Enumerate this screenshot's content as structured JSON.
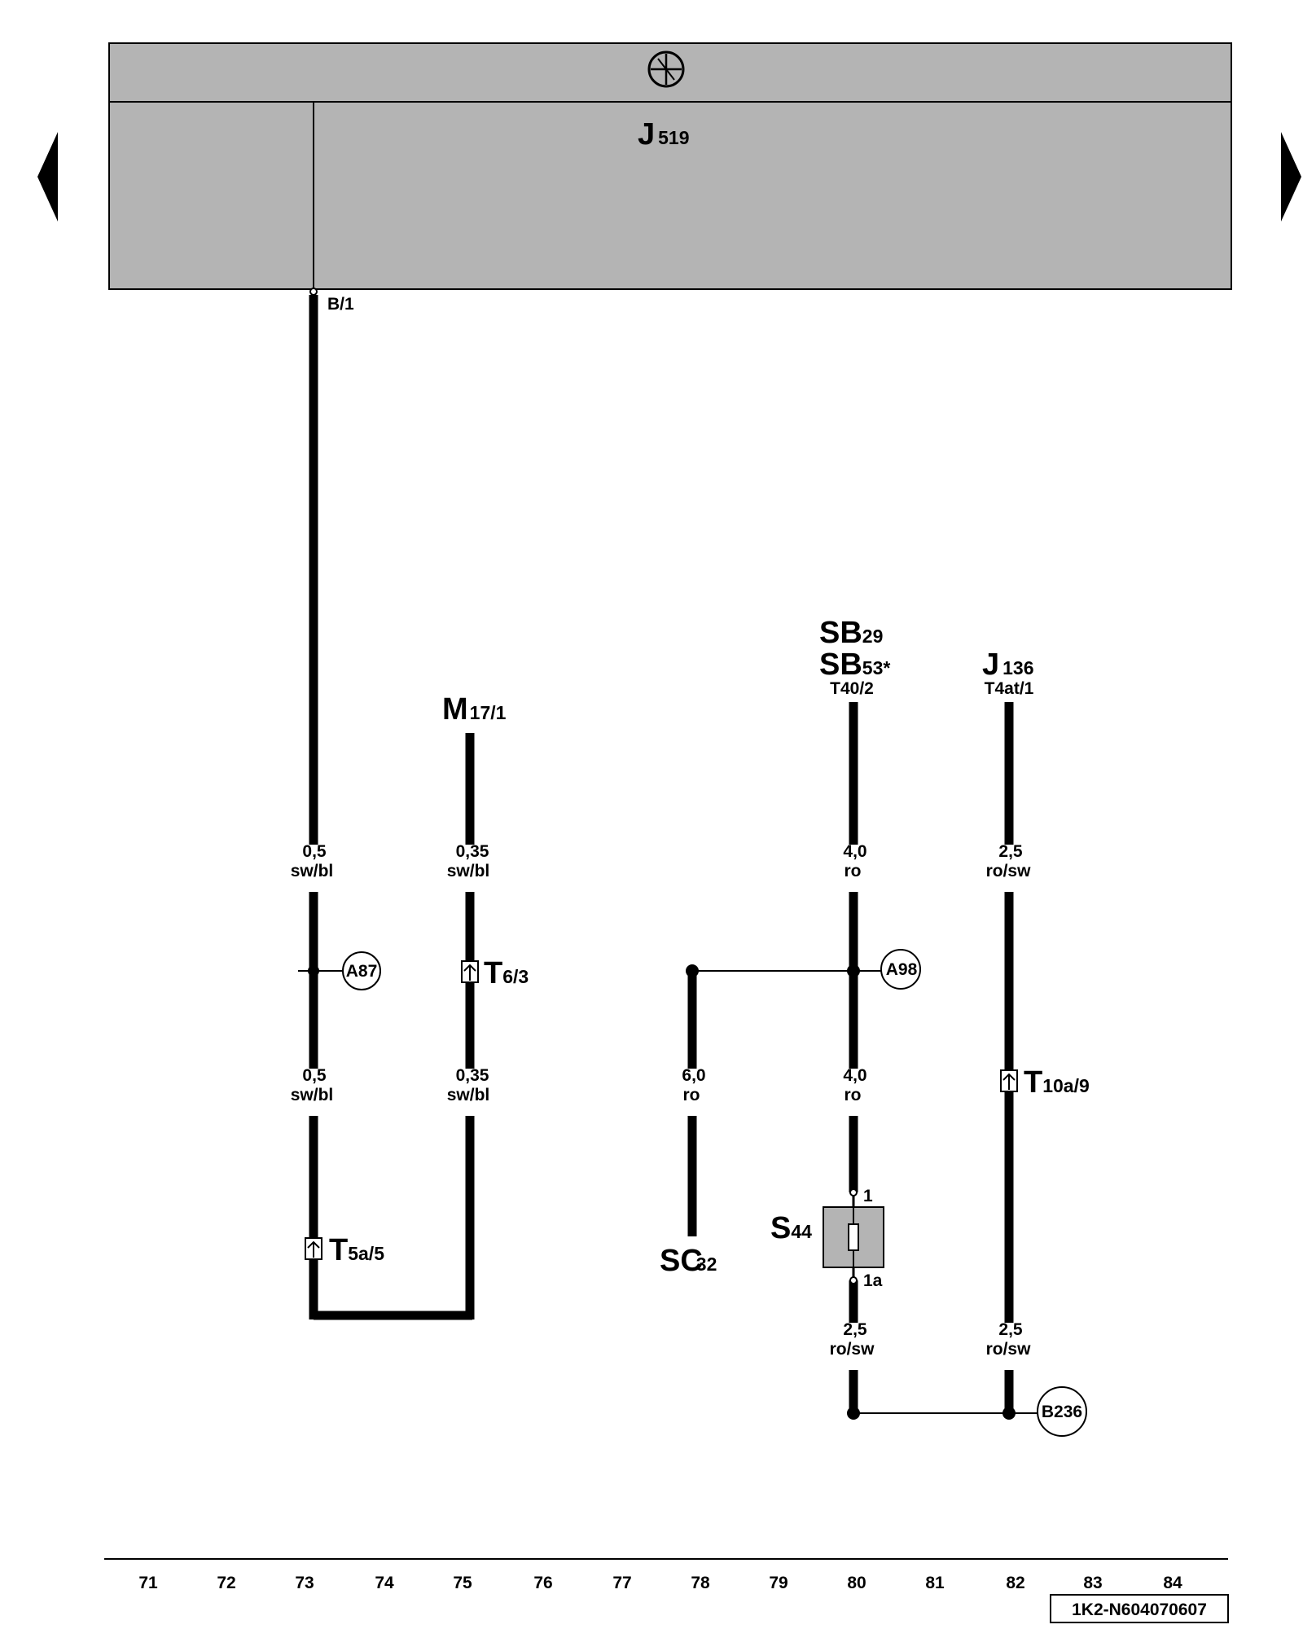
{
  "control_unit": {
    "id": "J",
    "id_sub": "519",
    "pin": "B/1",
    "symbol": "control-unit-symbol-icon"
  },
  "components": {
    "m17": {
      "main": "M",
      "sub": "17/1"
    },
    "sb29": {
      "main": "SB",
      "sub": "29"
    },
    "sb53": {
      "main": "SB",
      "sub": "53*"
    },
    "sb_pin": "T40/2",
    "j136": {
      "main": "J",
      "sub": "136"
    },
    "j136_pin": "T4at/1",
    "s44": {
      "main": "S",
      "sub": "44"
    },
    "s44_pin_top": "1",
    "s44_pin_bottom": "1a",
    "sc32": {
      "main": "SC",
      "sub": "32"
    }
  },
  "connectors": {
    "t5a": {
      "main": "T",
      "sub": "5a/5"
    },
    "t6": {
      "main": "T",
      "sub": "6/3"
    },
    "t10a": {
      "main": "T",
      "sub": "10a/9"
    }
  },
  "junctions": {
    "a87": "A87",
    "a98": "A98",
    "b236": "B236"
  },
  "wires": {
    "w73_top": {
      "size": "0,5",
      "color": "sw/bl"
    },
    "w73_bottom": {
      "size": "0,5",
      "color": "sw/bl"
    },
    "w75_top": {
      "size": "0,35",
      "color": "sw/bl"
    },
    "w75_bottom": {
      "size": "0,35",
      "color": "sw/bl"
    },
    "w78": {
      "size": "6,0",
      "color": "ro"
    },
    "w80_top": {
      "size": "4,0",
      "color": "ro"
    },
    "w80_mid": {
      "size": "4,0",
      "color": "ro"
    },
    "w80_bottom": {
      "size": "2,5",
      "color": "ro/sw"
    },
    "w82_top": {
      "size": "2,5",
      "color": "ro/sw"
    },
    "w82_bottom": {
      "size": "2,5",
      "color": "ro/sw"
    }
  },
  "footer": {
    "columns": [
      "71",
      "72",
      "73",
      "74",
      "75",
      "76",
      "77",
      "78",
      "79",
      "80",
      "81",
      "82",
      "83",
      "84"
    ],
    "doc_number": "1K2-N604070607"
  },
  "navigation": {
    "prev_icon": "arrow-left-icon",
    "next_icon": "arrow-right-icon"
  },
  "colors": {
    "panel_fill": "#b4b4b4",
    "component_fill": "#b4b4b4",
    "line": "#000000"
  }
}
